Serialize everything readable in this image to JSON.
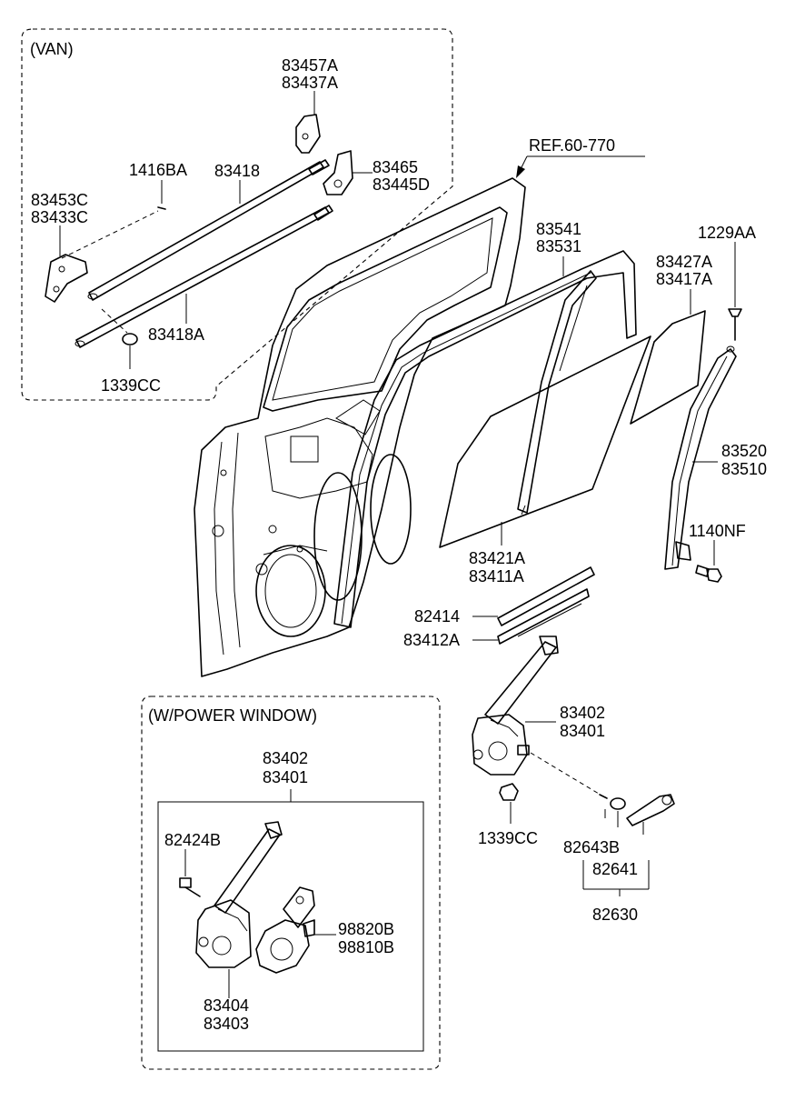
{
  "groups": {
    "van": "(VAN)",
    "power_window": "(W/POWER WINDOW)"
  },
  "labels": {
    "p83457A": "83457A",
    "p83437A": "83437A",
    "p1416BA": "1416BA",
    "p83418": "83418",
    "p83465": "83465",
    "p83445D": "83445D",
    "p83453C": "83453C",
    "p83433C": "83433C",
    "p83418A": "83418A",
    "p1339CC_top": "1339CC",
    "ref": "REF.60-770",
    "p83541": "83541",
    "p83531": "83531",
    "p83427A": "83427A",
    "p83417A": "83417A",
    "p1229AA": "1229AA",
    "p83520": "83520",
    "p83510": "83510",
    "p1140NF": "1140NF",
    "p83421A": "83421A",
    "p83411A": "83411A",
    "p82414": "82414",
    "p83412A": "83412A",
    "p83402_right": "83402",
    "p83401_right": "83401",
    "p1339CC_bottom": "1339CC",
    "p82643B": "82643B",
    "p82641": "82641",
    "p82630": "82630",
    "p83402_pw": "83402",
    "p83401_pw": "83401",
    "p82424B": "82424B",
    "p98820B": "98820B",
    "p98810B": "98810B",
    "p83404": "83404",
    "p83403": "83403"
  }
}
